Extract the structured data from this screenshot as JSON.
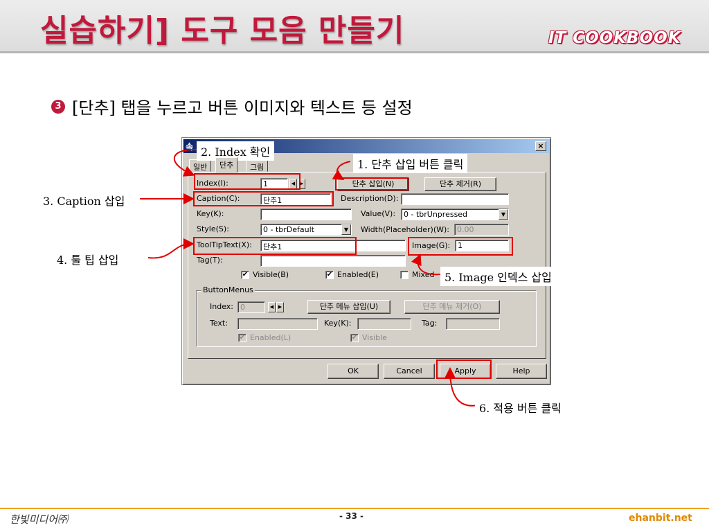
{
  "slide": {
    "title": "실습하기] 도구 모음 만들기",
    "brand": "IT COOKBOOK",
    "bullet_number": "3",
    "bullet_text": "[단추] 탭을 누르고 버튼 이미지와 텍스트 등 설정",
    "footer_left": "한빛미디어㈜",
    "footer_page": "- 33 -",
    "footer_right": "ehanbit.net"
  },
  "dialog": {
    "title": "속",
    "tabs": [
      {
        "label": "일반",
        "active": false
      },
      {
        "label": "단추",
        "active": true
      },
      {
        "label": "그림",
        "active": false
      }
    ],
    "index_label": "Index(I):",
    "index_value": "1",
    "insert_button": "단추 삽입(N)",
    "remove_button": "단추 제거(R)",
    "caption_label": "Caption(C):",
    "caption_value": "단추1",
    "description_label": "Description(D):",
    "description_value": "",
    "key_label": "Key(K):",
    "key_value": "",
    "value_label": "Value(V):",
    "value_value": "0 - tbrUnpressed",
    "style_label": "Style(S):",
    "style_value": "0 - tbrDefault",
    "width_label": "Width(Placeholder)(W):",
    "width_value": "0.00",
    "tooltip_label": "ToolTipText(X):",
    "tooltip_value": "단추1",
    "image_label": "Image(G):",
    "image_value": "1",
    "tag_label": "Tag(T):",
    "tag_value": "",
    "visible_label": "Visible(B)",
    "enabled_label": "Enabled(E)",
    "mixed_label": "Mixed",
    "checks": {
      "visible": "✔",
      "enabled": "✔",
      "mixed": ""
    },
    "button_menus": {
      "title": "ButtonMenus",
      "index_label": "Index:",
      "index_value": "0",
      "insert_menu_button": "단추 메뉴 삽입(U)",
      "remove_menu_button": "단추 메뉴 제거(O)",
      "text_label": "Text:",
      "key_label": "Key(K):",
      "tag_label": "Tag:",
      "enabled_label": "Enabled(L)",
      "visible_label": "Visible",
      "checks": {
        "enabled": "✔",
        "visible": "✔"
      }
    },
    "footer_buttons": {
      "ok": "OK",
      "cancel": "Cancel",
      "apply": "Apply",
      "help": "Help"
    },
    "close_glyph": "×"
  },
  "annotations": {
    "step1": "1. 단추 삽입 버튼 클릭",
    "step2": "2. Index 확인",
    "step3": "3. Caption 삽입",
    "step4": "4. 툴 팁 삽입",
    "step5": "5. Image 인덱스 삽입",
    "step6": "6. 적용 버튼 클릭",
    "color": "#e00000"
  }
}
